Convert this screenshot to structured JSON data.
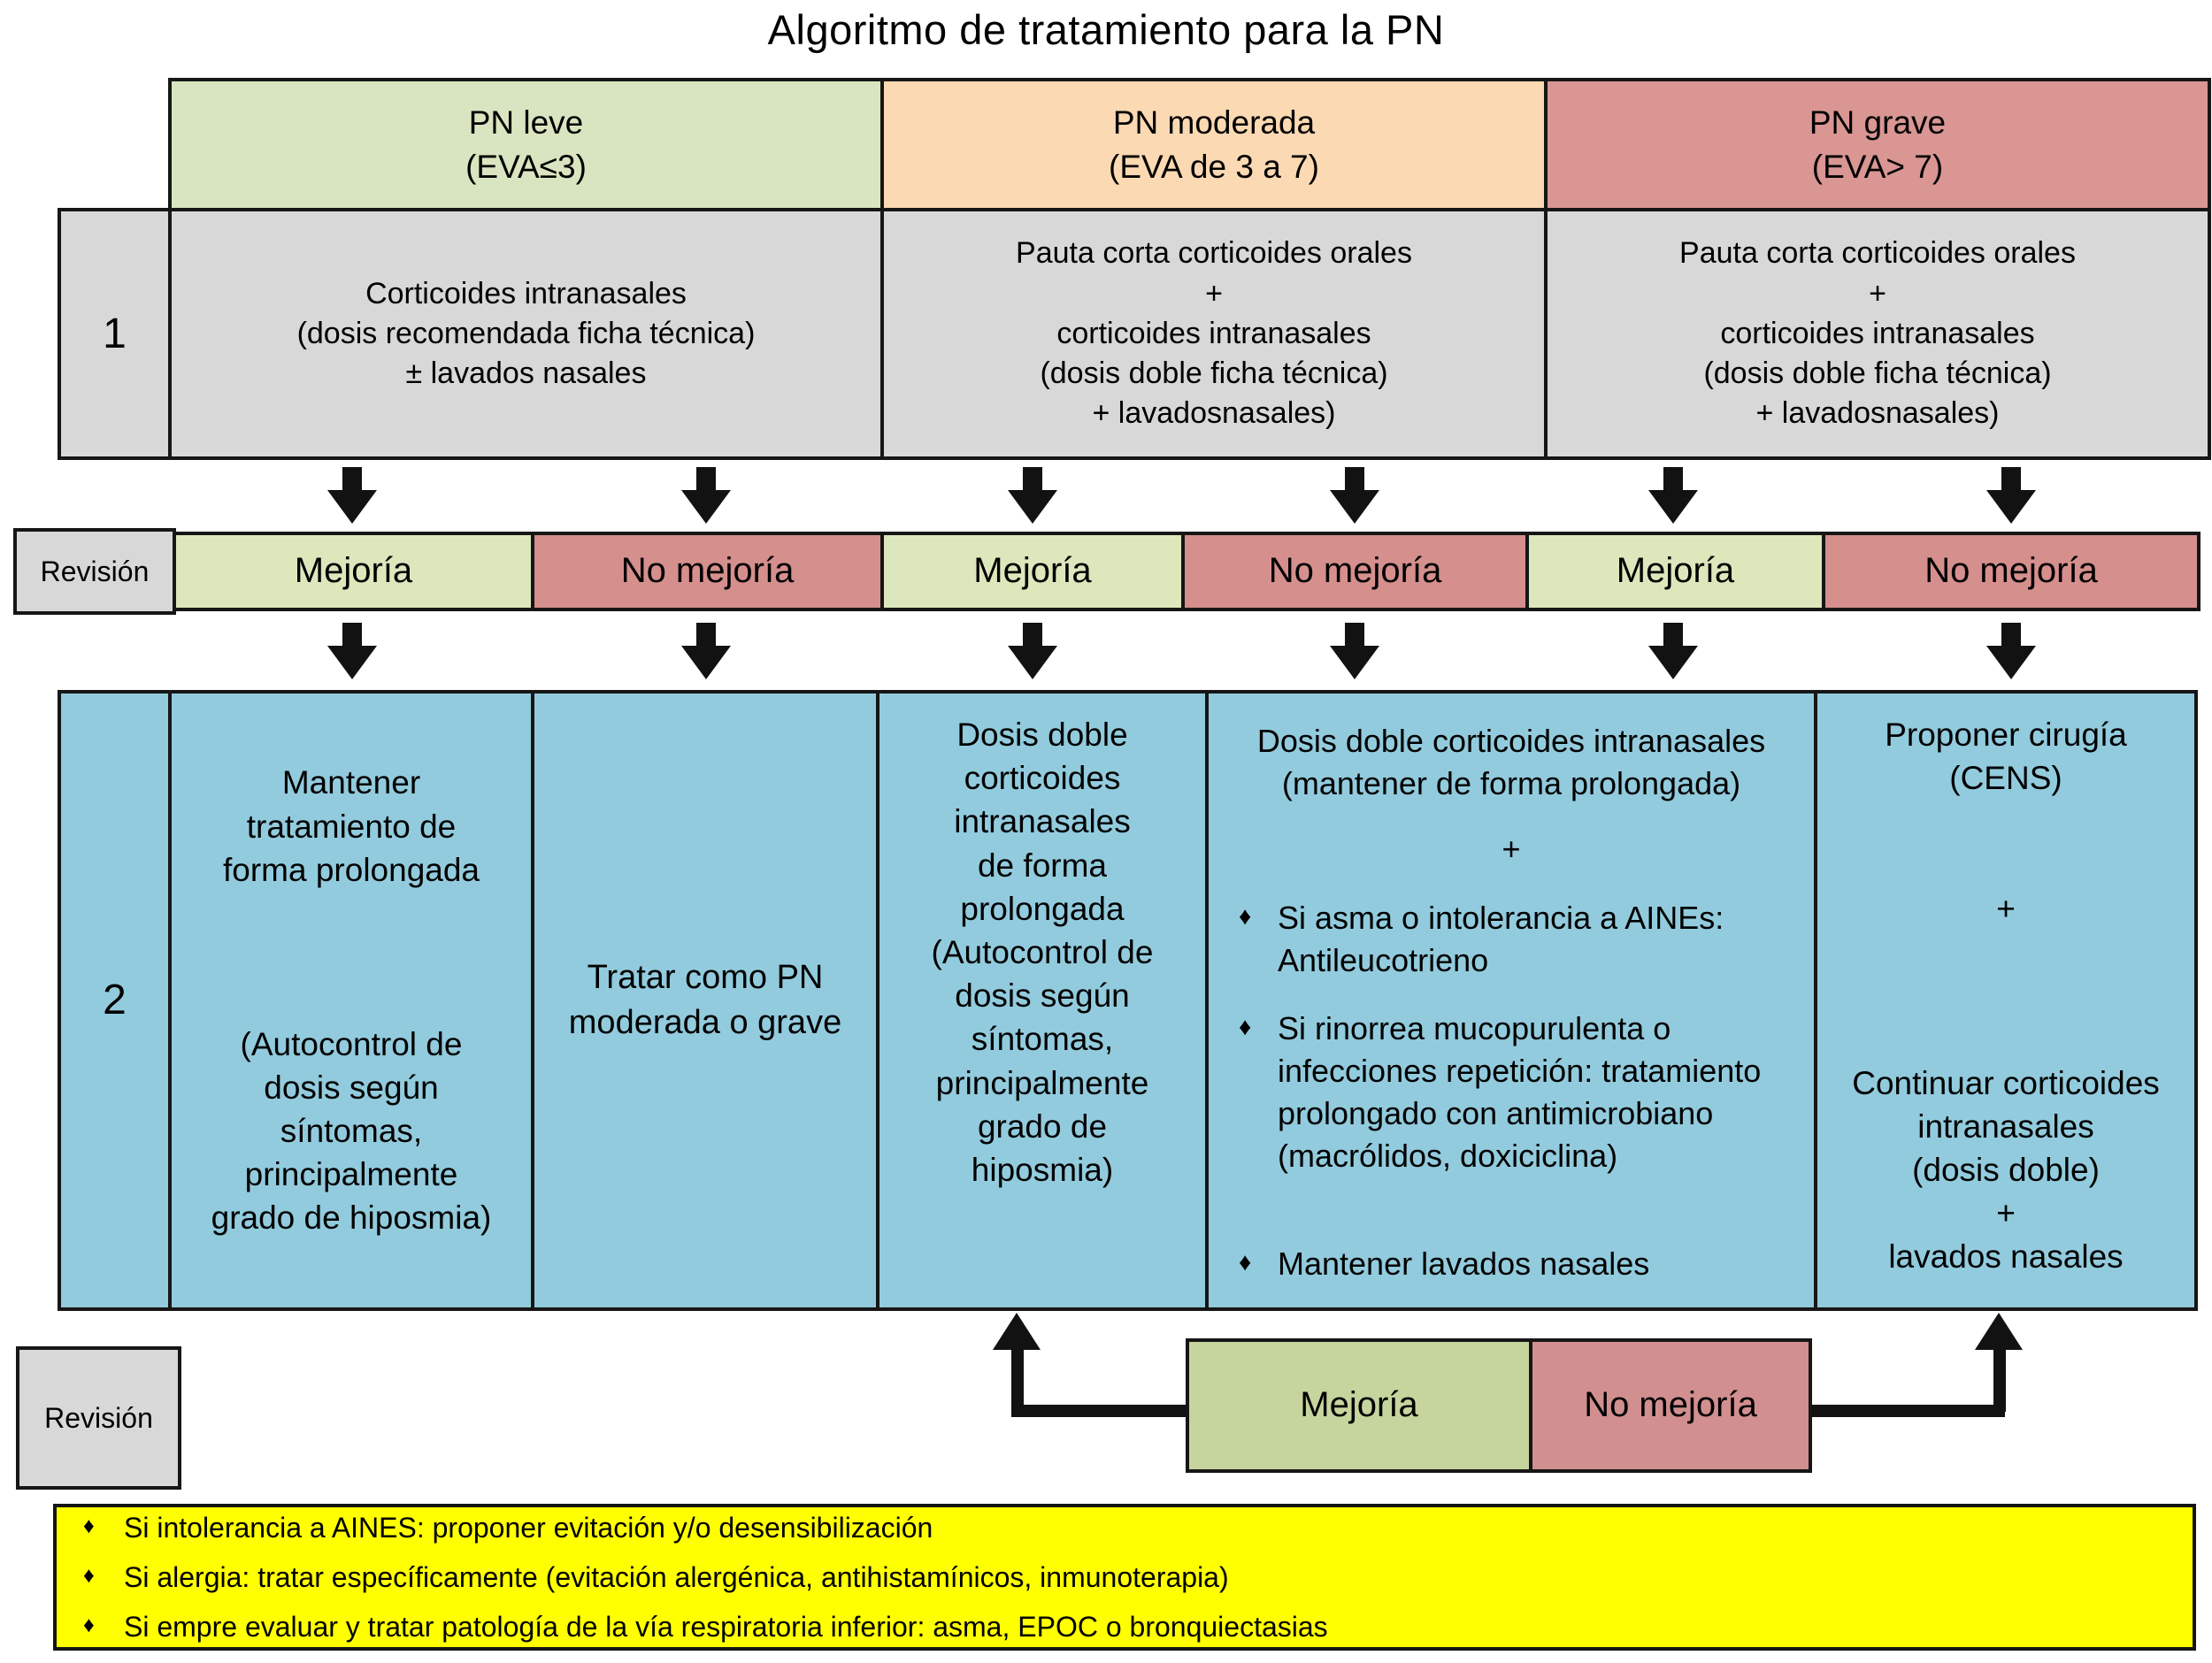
{
  "title": "Algoritmo de tratamiento para la PN",
  "icons": {
    "bullet": "♦",
    "down_arrow": "▼",
    "up_arrow": "▲"
  },
  "colors": {
    "header_green": "#d9e5c0",
    "header_orange": "#fbd9b2",
    "header_red": "#d99693",
    "step_gray": "#d8d8d8",
    "revision_green": "#dde7bc",
    "revision_red": "#d58f8d",
    "step_blue": "#92cbdd",
    "bottom_green": "#c6d59e",
    "bottom_red": "#d28f90",
    "footer_yellow": "#ffff00"
  },
  "headers": {
    "leve": "PN leve\n(EVA≤3)",
    "moderada": "PN moderada\n(EVA de 3 a 7)",
    "grave": "PN grave\n(EVA> 7)"
  },
  "row1": {
    "label": "1",
    "leve": "Corticoides intranasales\n(dosis recomendada ficha técnica)\n± lavados nasales",
    "moderada": "Pauta corta corticoides orales\n+\ncorticoides intranasales\n(dosis doble ficha técnica)\n+ lavadosnasales)",
    "grave": "Pauta corta corticoides orales\n+\ncorticoides intranasales\n(dosis doble ficha técnica)\n+ lavadosnasales)"
  },
  "revision1": {
    "label": "Revisión",
    "cells": [
      {
        "text": "Mejoría"
      },
      {
        "text": "No mejoría"
      },
      {
        "text": "Mejoría"
      },
      {
        "text": "No mejoría"
      },
      {
        "text": "Mejoría"
      },
      {
        "text": "No mejoría"
      }
    ]
  },
  "row2": {
    "label": "2",
    "cell1": "Mantener\ntratamiento de\nforma prolongada\n\n\n\n(Autocontrol de\ndosis según\nsíntomas,\nprincipalmente\ngrado de hiposmia)",
    "cell2": "Tratar como PN\nmoderada o grave",
    "cell3": "Dosis doble\ncorticoides\nintranasales\nde forma\nprolongada\n(Autocontrol de\ndosis según\nsíntomas,\nprincipalmente\ngrado de\nhiposmia)",
    "cell4": {
      "intro": "Dosis doble corticoides intranasales\n(mantener de forma prolongada)",
      "plus": "+",
      "bullets": [
        "Si asma o intolerancia a AINEs:\nAntileucotrieno",
        "Si rinorrea mucopurulenta o\ninfecciones repetición: tratamiento\nprolongado con antimicrobiano\n(macrólidos, doxiciclina)",
        "Mantener lavados nasales"
      ]
    },
    "cell5": "Proponer cirugía\n(CENS)\n\n\n+\n\n\n\nContinuar corticoides\nintranasales\n(dosis doble)\n+\nlavados nasales"
  },
  "revision2": {
    "label": "Revisión",
    "mejoria": "Mejoría",
    "no_mejoria": "No mejoría"
  },
  "footer": {
    "bullets": [
      "Si intolerancia a AINES: proponer evitación y/o desensibilización",
      "Si alergia: tratar específicamente (evitación alergénica, antihistamínicos, inmunoterapia)",
      "Si empre evaluar y tratar patología de la vía respiratoria inferior: asma, EPOC o bronquiectasias"
    ]
  }
}
